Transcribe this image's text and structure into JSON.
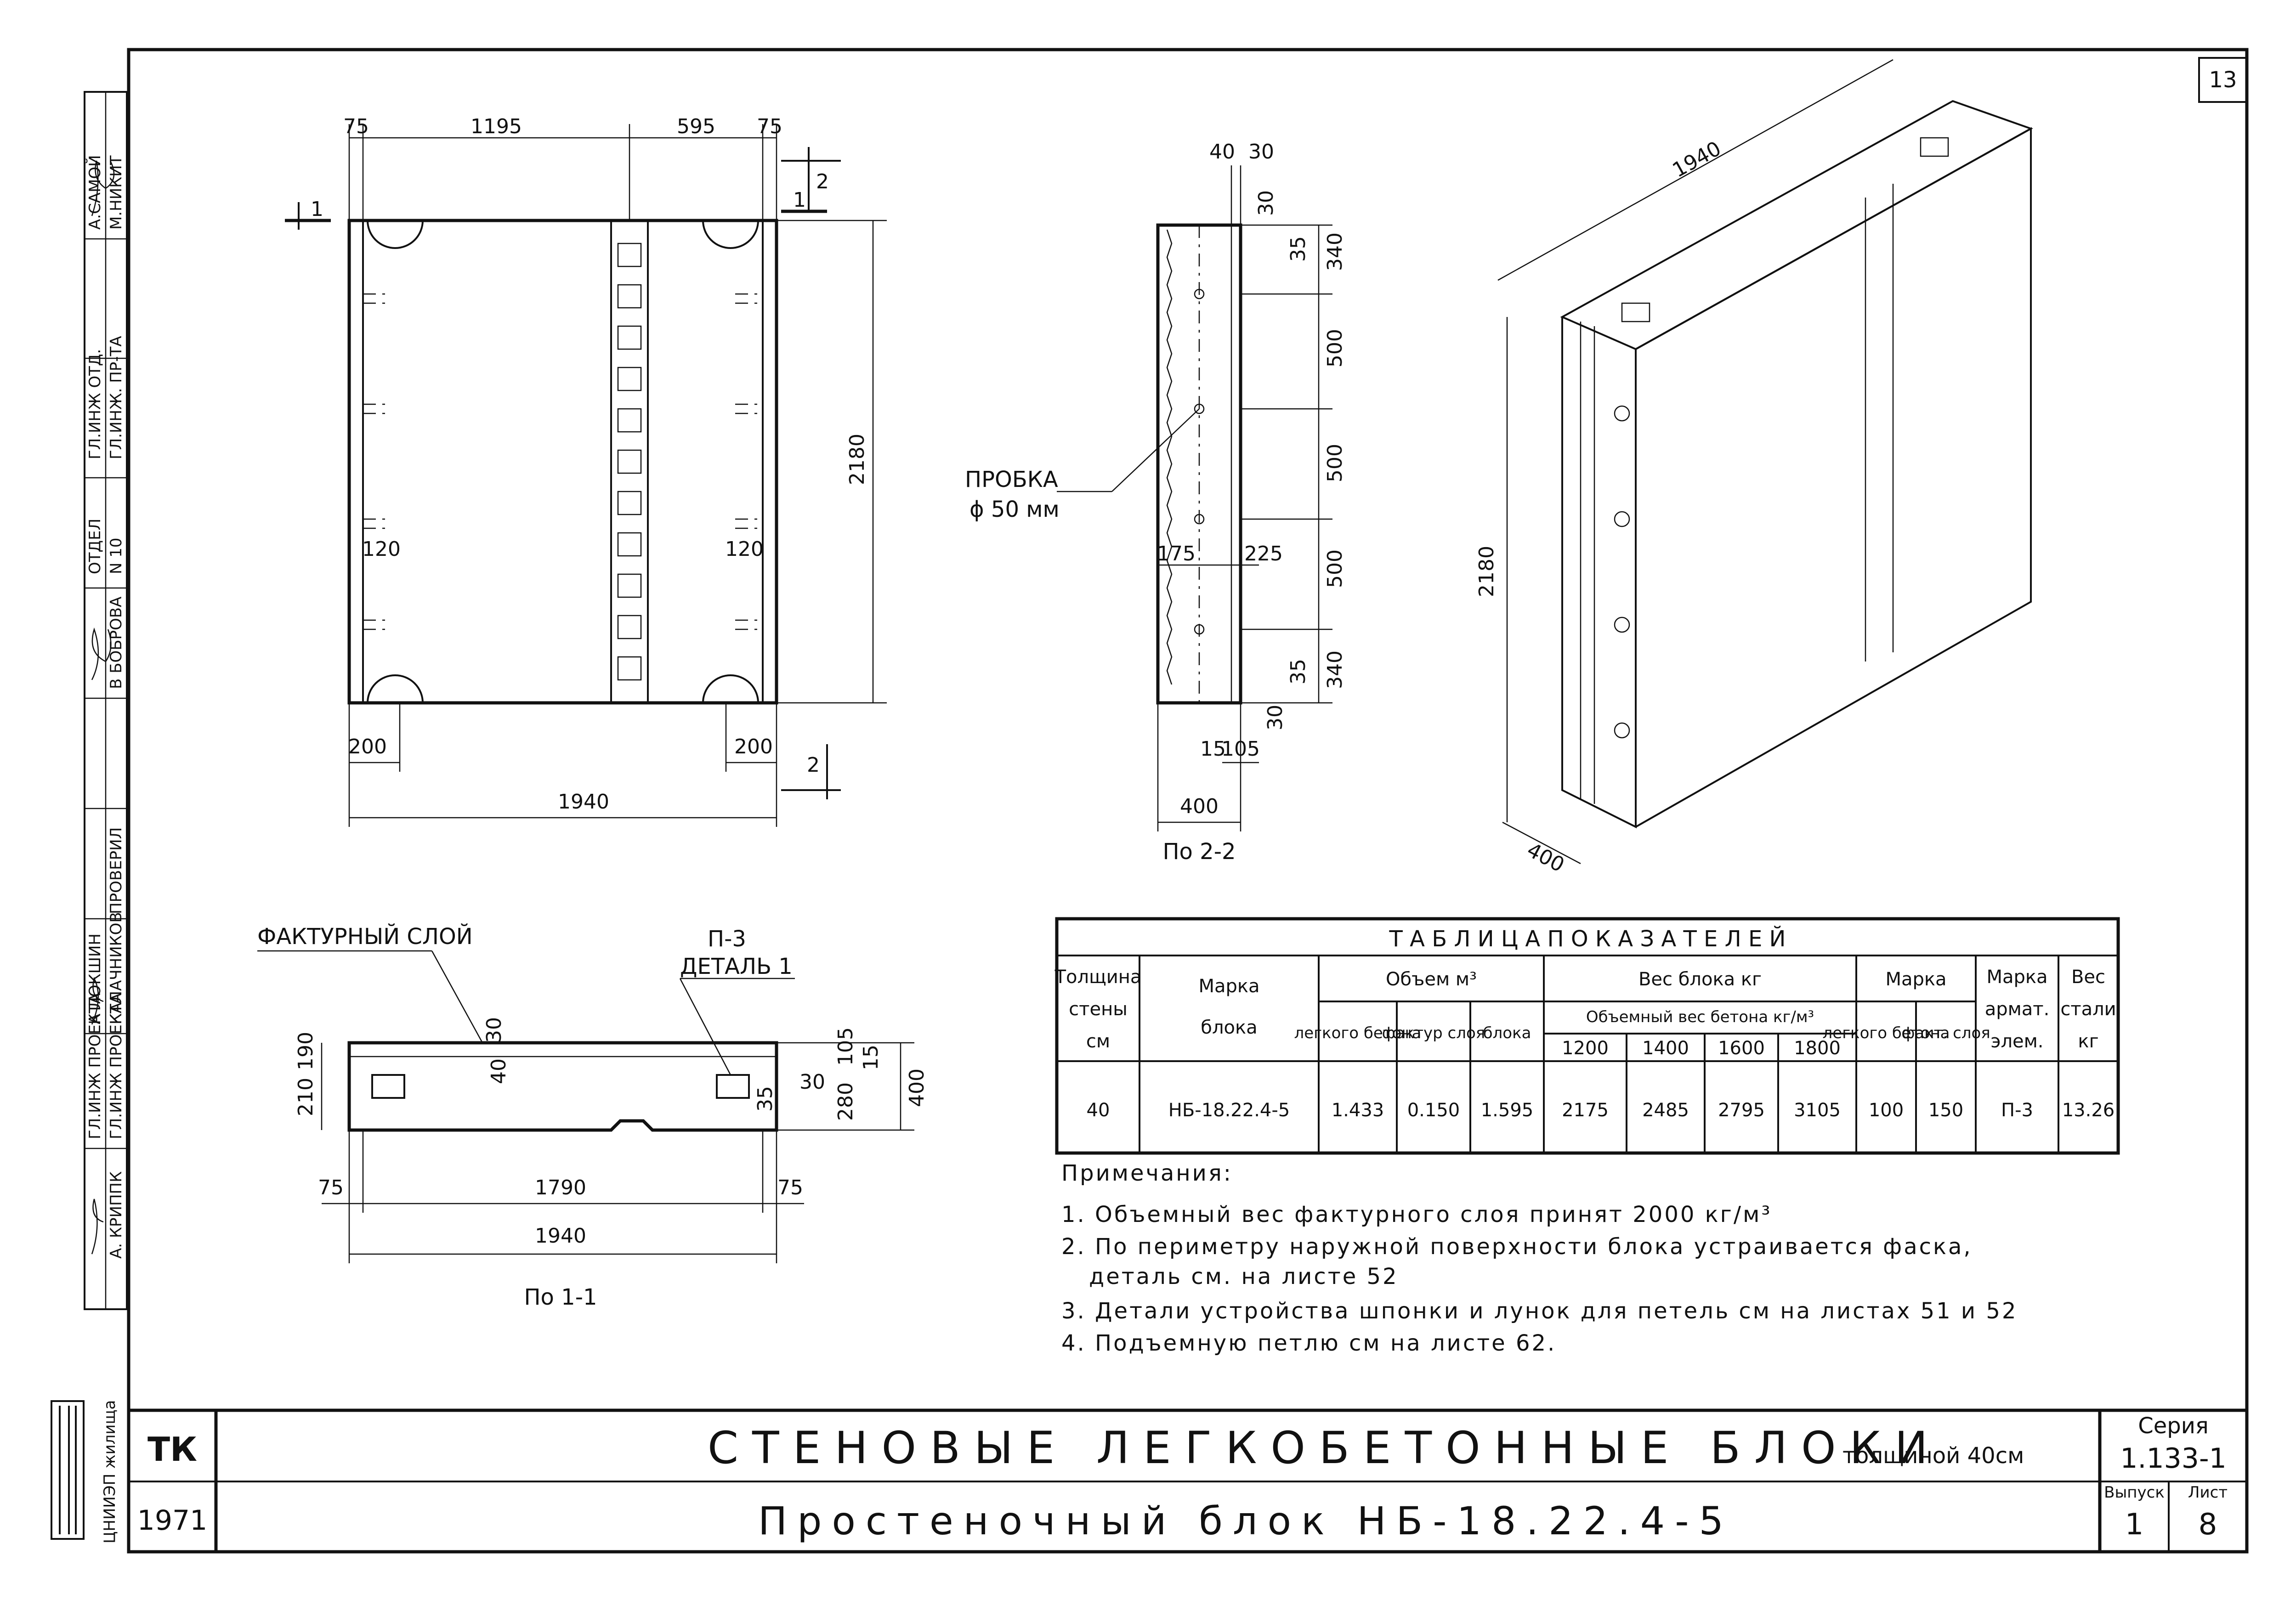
{
  "sheet": {
    "number": "13",
    "bottom_left_mark": "ЦНИИЭП жилища"
  },
  "side_stamp": {
    "cells": [
      "А.САМОЙ",
      "М.НИКИТ",
      "ГЛ.ИНЖ ОТД.",
      "ГЛ.ИНЖ. ПР-ТА",
      "ОТДЕЛ",
      "N 10",
      "В БОБРОВА",
      "ПРОВЕРИЛ",
      "А ЛОКШИН",
      "КАЛАЧНИКОВ",
      "ГЛ.ИНЖ ПРОЕКТА",
      "ГЛ.ИНЖ ПРОЕКТА",
      "А. КРИППК"
    ]
  },
  "front_view": {
    "dims_top": [
      "75",
      "1195",
      "595",
      "75"
    ],
    "height": "2180",
    "bottom_left": "200",
    "bottom_right": "200",
    "width": "1940",
    "inner_left": "120",
    "inner_right": "120",
    "cut_top": "1",
    "cut_top_right": "2",
    "cut_top_right2": "1",
    "cut_bottom_right": "2"
  },
  "section_2_2": {
    "top_dims": [
      "40",
      "30"
    ],
    "top_small": "30",
    "right_dims": [
      "340",
      "500",
      "500",
      "500",
      "340"
    ],
    "small_dims": [
      "35",
      "35",
      "30"
    ],
    "mid_left": "175",
    "mid_right": "225",
    "bottom_small": [
      "15",
      "105"
    ],
    "bottom_width": "400",
    "caption": "По 2-2",
    "plug_label": "ПРОБКА",
    "plug_size": "ϕ 50 мм"
  },
  "isometric": {
    "top_length": "1940",
    "height": "2180",
    "thickness": "400"
  },
  "section_1_1": {
    "label_left": "ФАКТУРНЫЙ СЛОЙ",
    "label_right_1": "П-3",
    "label_right_2": "ДЕТАЛЬ 1",
    "dims_left": [
      "210",
      "190"
    ],
    "dim_30a": "30",
    "dim_40": "40",
    "dim_30b": "30",
    "dim_35": "35",
    "dims_right": [
      "105",
      "15",
      "280",
      "400"
    ],
    "bottom_75a": "75",
    "bottom_1790": "1790",
    "bottom_75b": "75",
    "bottom_1940": "1940",
    "caption": "По 1-1"
  },
  "indicator_table": {
    "title": "Т А Б Л И Ц А     П О К А З А Т Е Л Е Й",
    "h_thickness": [
      "Толщина",
      "стены",
      "см"
    ],
    "h_mark": [
      "Марка",
      "блока"
    ],
    "h_volume": "Объем м³",
    "h_vol_sub": [
      "легкого бетона",
      "фактур слоя",
      "блока"
    ],
    "h_weight": "Вес блока кг",
    "h_weight_sub": "Объемный вес бетона кг/м³",
    "h_weight_vals": [
      "1200",
      "1400",
      "1600",
      "1800"
    ],
    "h_mark2": "Марка",
    "h_mark2_sub": [
      "легкого бетона",
      "факт. слоя"
    ],
    "h_armat": [
      "Марка",
      "армат.",
      "элем."
    ],
    "h_steel": [
      "Вес",
      "стали",
      "кг"
    ],
    "row": [
      "40",
      "НБ-18.22.4-5",
      "1.433",
      "0.150",
      "1.595",
      "2175",
      "2485",
      "2795",
      "3105",
      "100",
      "150",
      "П-3",
      "13.26"
    ]
  },
  "notes": {
    "title": "Примечания:",
    "items": [
      "1. Объемный вес фактурного слоя принят 2000 кг/м³",
      "2. По периметру наружной поверхности блока устраивается фаска,",
      "деталь см. на листе 52",
      "3. Детали устройства шпонки и лунок для петель см на листах 51 и 52",
      "4. Подъемную петлю см на листе 62."
    ]
  },
  "title_block": {
    "org": "ТК",
    "year": "1971",
    "title_1": "СТЕНОВЫЕ ЛЕГКОБЕТОННЫЕ БЛОКИ",
    "title_1_suffix": "толщиной 40см",
    "title_2": "Простеночный блок НБ-18.22.4-5",
    "series_label": "Серия",
    "series_value": "1.133-1",
    "issue_label": "Выпуск",
    "issue_value": "1",
    "sheet_label": "Лист",
    "sheet_value": "8"
  }
}
